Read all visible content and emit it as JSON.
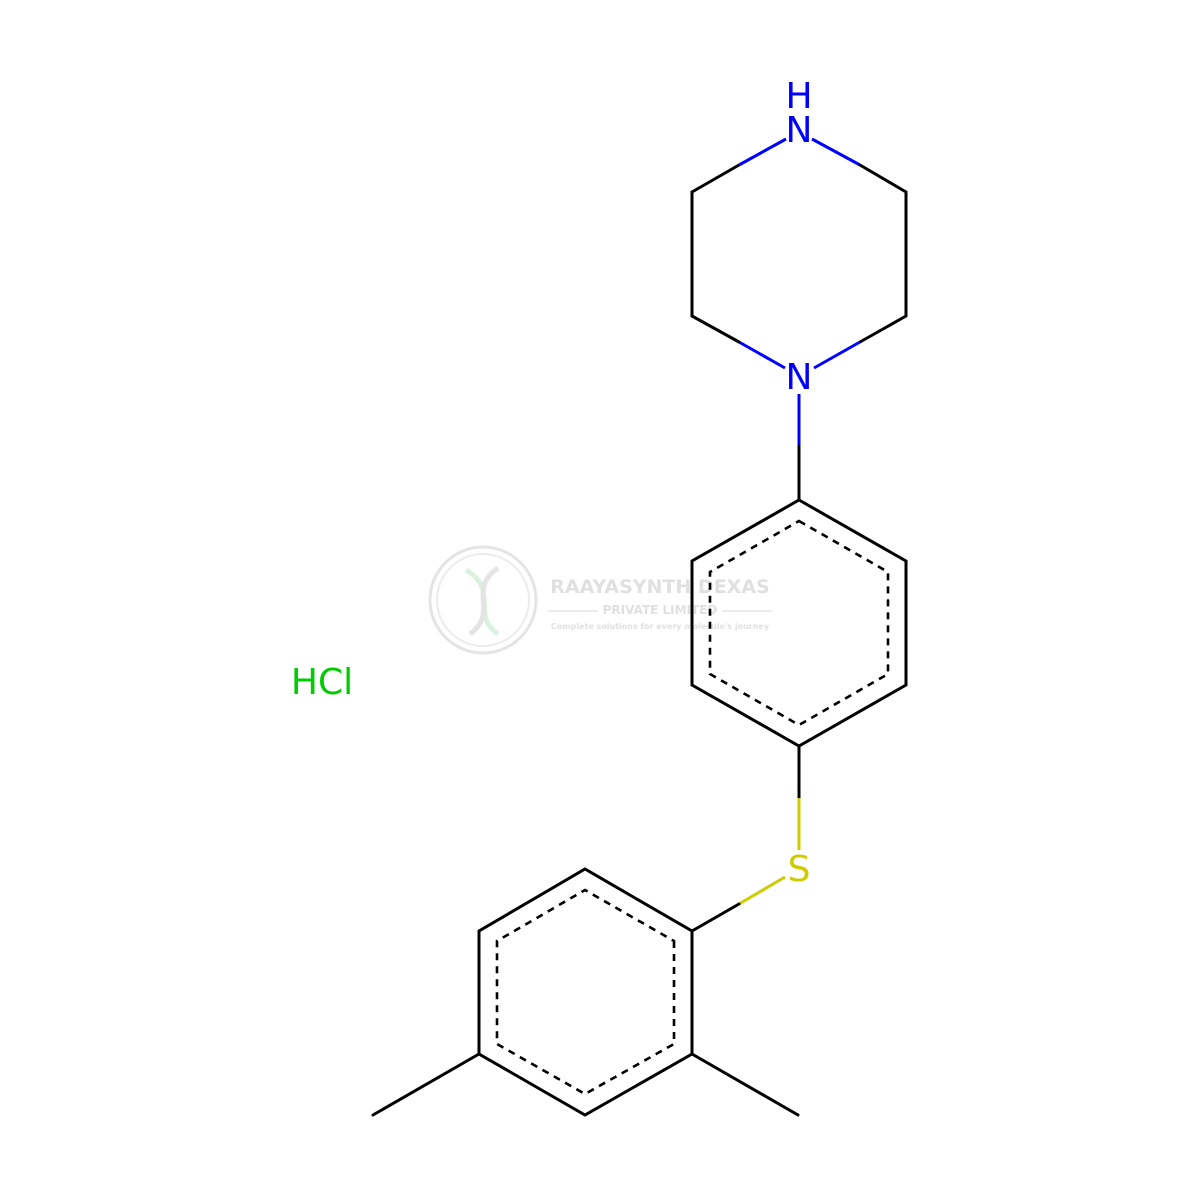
{
  "molecule": {
    "atoms": {
      "nh": {
        "symbol": "N",
        "hydrogen": "H"
      },
      "n1": {
        "symbol": "N"
      },
      "s": {
        "symbol": "S"
      }
    },
    "counterion": "HCl"
  },
  "watermark": {
    "line1": "RAAYASYNTH DEXAS",
    "line2": "PRIVATE LIMITED",
    "line3": "Complete solutions for every molecule's journey"
  },
  "colors": {
    "nitrogen": "#0000FF",
    "sulfur": "#CCCC00",
    "chlorine": "#00CC00",
    "bond": "#000000",
    "watermark": "#c8c8c8"
  }
}
